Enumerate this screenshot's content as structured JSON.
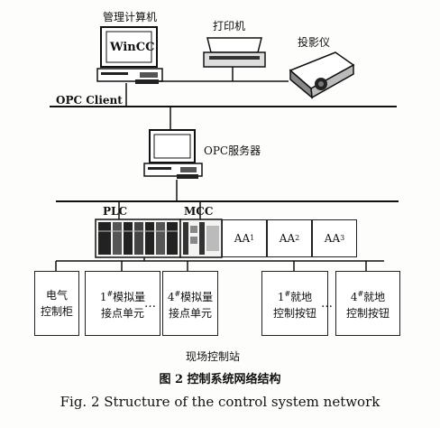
{
  "devices": {
    "management_pc": "管理计算机",
    "wincc": "WinCC",
    "printer": "打印机",
    "projector": "投影仪",
    "opc_client": "OPC Client",
    "opc_server": "OPC服务器",
    "plc": "PLC",
    "mcc": "MCC",
    "aa1": "AA",
    "aa1_sub": "1",
    "aa2": "AA",
    "aa2_sub": "2",
    "aa3": "AA",
    "aa3_sub": "3"
  },
  "units": {
    "cabinet_line1": "电气",
    "cabinet_line2": "控制柜",
    "analog1_line1": "1",
    "analog1_sup": "#",
    "analog1_line1b": "模拟量",
    "analog1_line2": "接点单元",
    "dots1": "…",
    "analog4_line1": "4",
    "analog4_sup": "#",
    "analog4_line1b": "模拟量",
    "analog4_line2": "接点单元",
    "button1_line1": "1",
    "button1_sup": "#",
    "button1_line1b": "就地",
    "button1_line2": "控制按钮",
    "dots2": "…",
    "button4_line1": "4",
    "button4_sup": "#",
    "button4_line1b": "就地",
    "button4_line2": "控制按钮",
    "field_station": "现场控制站"
  },
  "caption": {
    "cn": "图 2   控制系统网络结构",
    "en": "Fig. 2   Structure of the control system network"
  }
}
